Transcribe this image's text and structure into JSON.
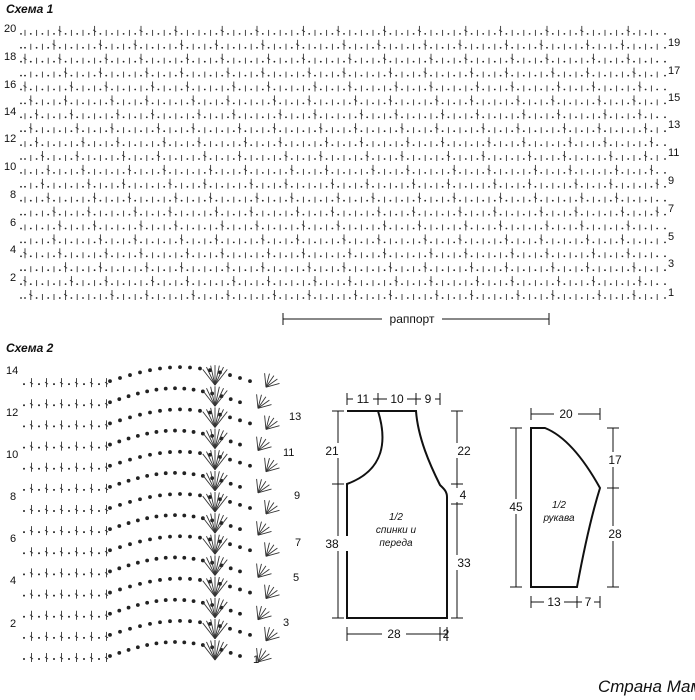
{
  "scheme1": {
    "title": "Схема 1",
    "left_rows": [
      "20",
      "18",
      "16",
      "14",
      "12",
      "10",
      "8",
      "6",
      "4",
      "2"
    ],
    "right_rows": [
      "19",
      "17",
      "15",
      "13",
      "11",
      "9",
      "7",
      "5",
      "3",
      "1"
    ],
    "repeat_label": "раппорт"
  },
  "scheme2": {
    "title": "Схема 2",
    "left_rows": [
      "14",
      "12",
      "10",
      "8",
      "6",
      "4",
      "2"
    ],
    "right_rows": [
      "13",
      "11",
      "9",
      "7",
      "5",
      "3",
      "1"
    ]
  },
  "body_pattern": {
    "label_line1": "1/2",
    "label_line2": "спинки и",
    "label_line3": "переда",
    "dims": {
      "top_left": "11",
      "top_mid": "10",
      "top_right": "9",
      "left_upper": "21",
      "left_lower": "38",
      "right_upper": "22",
      "right_mid": "4",
      "right_lower": "33",
      "bottom": "28",
      "bottom_small": "2"
    }
  },
  "sleeve_pattern": {
    "label_line1": "1/2",
    "label_line2": "рукава",
    "dims": {
      "top": "20",
      "left": "45",
      "right_upper": "17",
      "right_lower": "28",
      "bottom_left": "13",
      "bottom_right": "7"
    }
  },
  "watermark": "Страна Мам"
}
